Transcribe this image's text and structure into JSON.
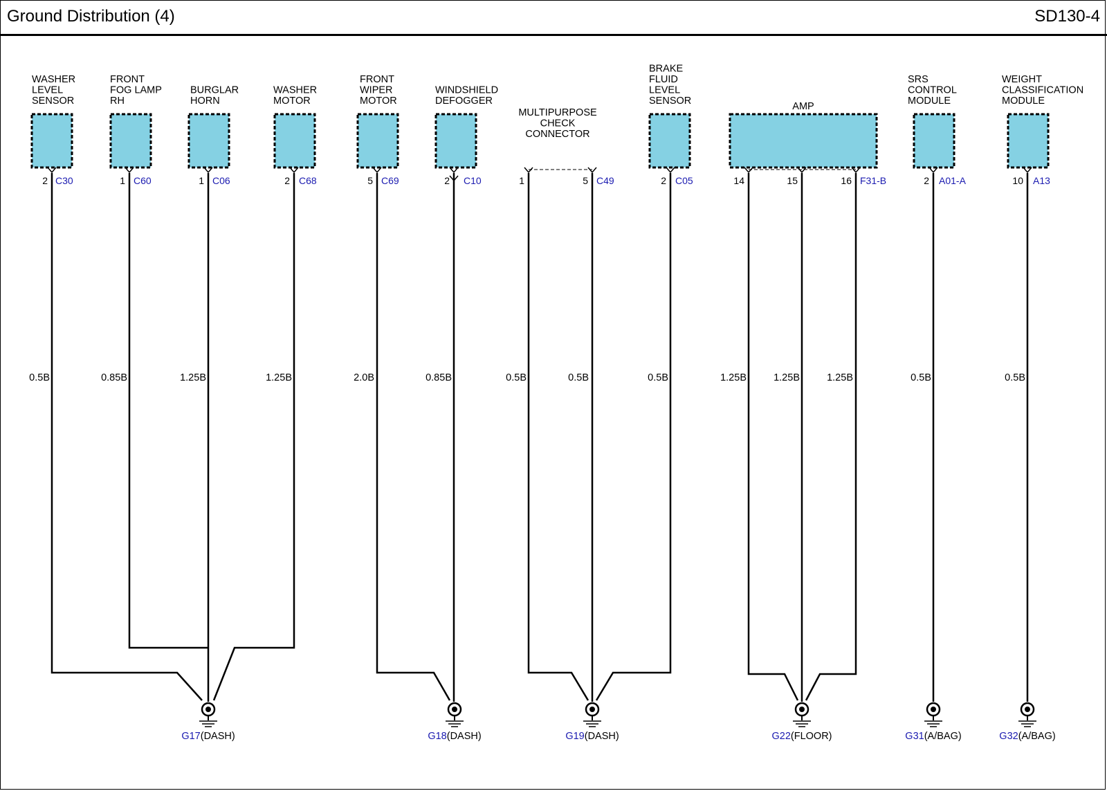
{
  "header": {
    "title": "Ground Distribution (4)",
    "code": "SD130-4"
  },
  "colors": {
    "box_fill": "#85d1e3",
    "connector_blue": "#1a1ab0",
    "line": "#000000"
  },
  "components": [
    {
      "id": "c30",
      "name_lines": [
        "WASHER",
        "LEVEL",
        "SENSOR"
      ],
      "connector": "C30",
      "pins": [
        {
          "pin": "2",
          "wire": "0.5B"
        }
      ],
      "ground": "g17"
    },
    {
      "id": "c60",
      "name_lines": [
        "FRONT",
        "FOG LAMP",
        "RH"
      ],
      "connector": "C60",
      "pins": [
        {
          "pin": "1",
          "wire": "0.85B"
        }
      ],
      "ground": "g17"
    },
    {
      "id": "c06",
      "name_lines": [
        "BURGLAR",
        "HORN"
      ],
      "connector": "C06",
      "pins": [
        {
          "pin": "1",
          "wire": "1.25B"
        }
      ],
      "ground": "g17"
    },
    {
      "id": "c68",
      "name_lines": [
        "WASHER",
        "MOTOR"
      ],
      "connector": "C68",
      "pins": [
        {
          "pin": "2",
          "wire": "1.25B"
        }
      ],
      "ground": "g17"
    },
    {
      "id": "c69",
      "name_lines": [
        "FRONT",
        "WIPER",
        "MOTOR"
      ],
      "connector": "C69",
      "pins": [
        {
          "pin": "5",
          "wire": "2.0B"
        }
      ],
      "ground": "g18"
    },
    {
      "id": "c10",
      "name_lines": [
        "WINDSHIELD",
        "DEFOGGER"
      ],
      "connector": "C10",
      "pins": [
        {
          "pin": "2",
          "wire": "0.85B"
        }
      ],
      "ground": "g18"
    },
    {
      "id": "c49",
      "name_lines": [
        "MULTIPURPOSE",
        "CHECK",
        "CONNECTOR"
      ],
      "connector": "C49",
      "pins": [
        {
          "pin": "1",
          "wire": "0.5B"
        },
        {
          "pin": "5",
          "wire": "0.5B"
        }
      ],
      "ground": "g19"
    },
    {
      "id": "c05",
      "name_lines": [
        "BRAKE",
        "FLUID",
        "LEVEL",
        "SENSOR"
      ],
      "connector": "C05",
      "pins": [
        {
          "pin": "2",
          "wire": "0.5B"
        }
      ],
      "ground": "g19"
    },
    {
      "id": "f31b",
      "name_lines": [
        "AMP"
      ],
      "connector": "F31-B",
      "pins": [
        {
          "pin": "14",
          "wire": "1.25B"
        },
        {
          "pin": "15",
          "wire": "1.25B"
        },
        {
          "pin": "16",
          "wire": "1.25B"
        }
      ],
      "ground": "g22"
    },
    {
      "id": "a01a",
      "name_lines": [
        "SRS",
        "CONTROL",
        "MODULE"
      ],
      "connector": "A01-A",
      "pins": [
        {
          "pin": "2",
          "wire": "0.5B"
        }
      ],
      "ground": "g31"
    },
    {
      "id": "a13",
      "name_lines": [
        "WEIGHT",
        "CLASSIFICATION",
        "MODULE"
      ],
      "connector": "A13",
      "pins": [
        {
          "pin": "10",
          "wire": "0.5B"
        }
      ],
      "ground": "g32"
    }
  ],
  "grounds": [
    {
      "id": "g17",
      "code": "G17",
      "location": "(DASH)"
    },
    {
      "id": "g18",
      "code": "G18",
      "location": "(DASH)"
    },
    {
      "id": "g19",
      "code": "G19",
      "location": "(DASH)"
    },
    {
      "id": "g22",
      "code": "G22",
      "location": "(FLOOR)"
    },
    {
      "id": "g31",
      "code": "G31",
      "location": "(A/BAG)"
    },
    {
      "id": "g32",
      "code": "G32",
      "location": "(A/BAG)"
    }
  ]
}
